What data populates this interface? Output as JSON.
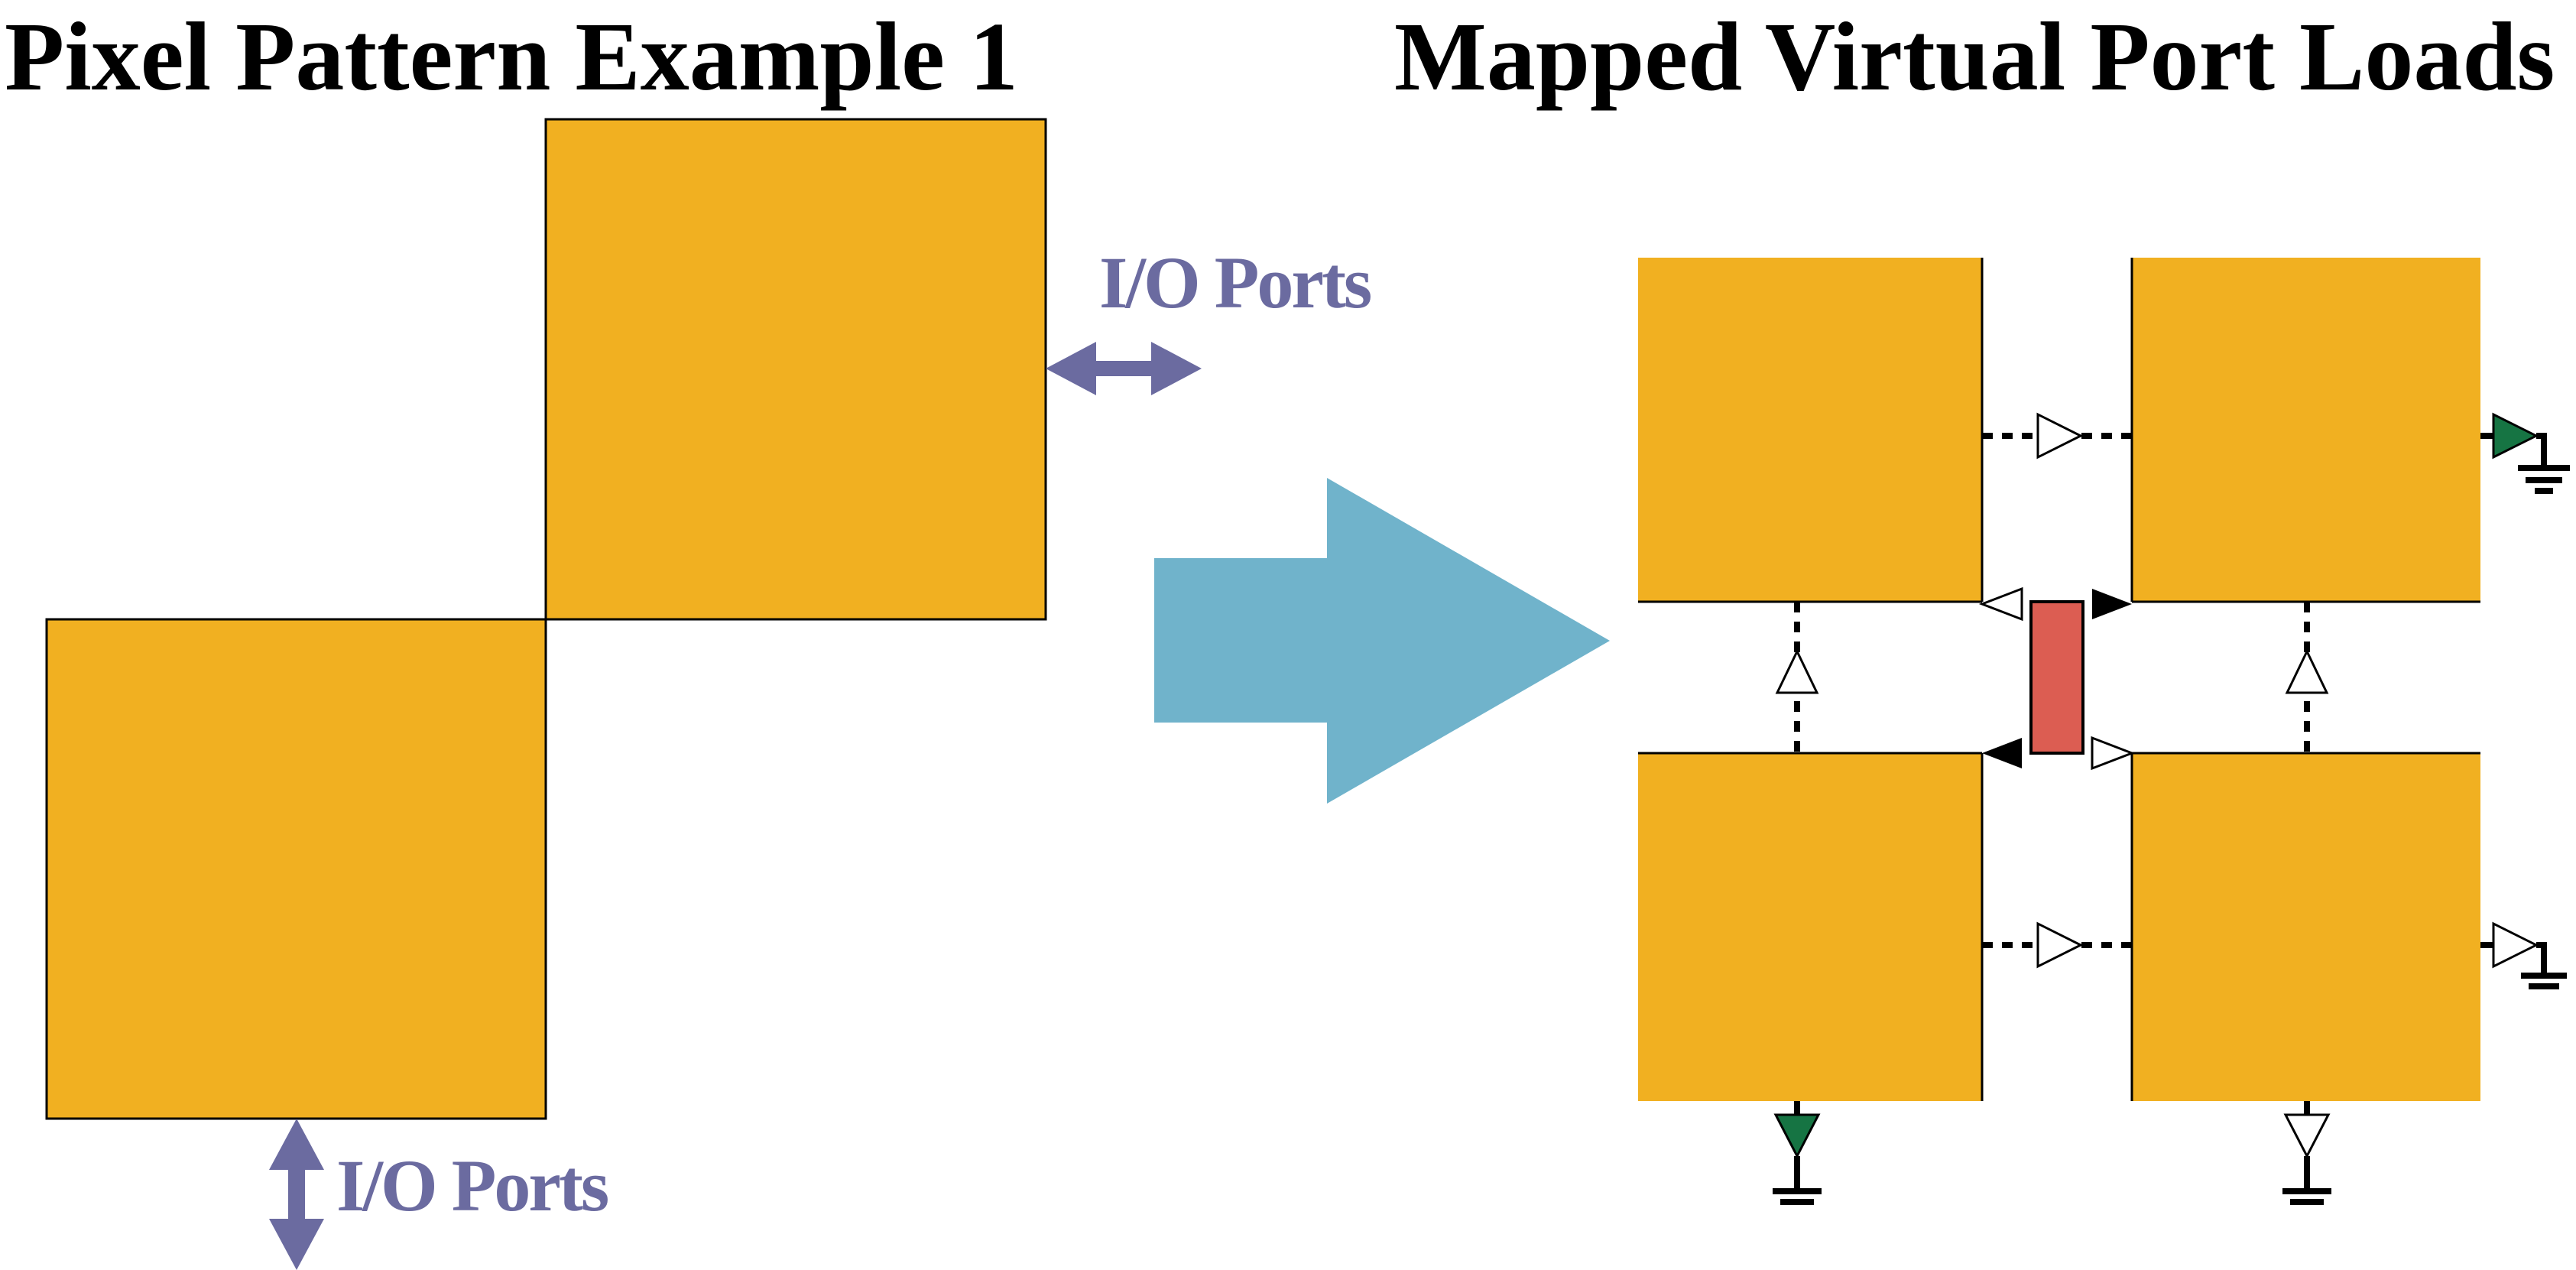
{
  "left_panel": {
    "title": "Pixel Pattern Example 1",
    "io_label_right": "I/O Ports",
    "io_label_bottom": "I/O Ports"
  },
  "right_panel": {
    "title": "Mapped Virtual Port Loads"
  },
  "colors": {
    "pixel_fill": "#F1B021",
    "io_arrow": "#6B6BA0",
    "transform_arrow": "#70B3CB",
    "red_load": "#DC5D52",
    "green_port": "#167443",
    "black": "#000000",
    "white": "#FFFFFF"
  }
}
